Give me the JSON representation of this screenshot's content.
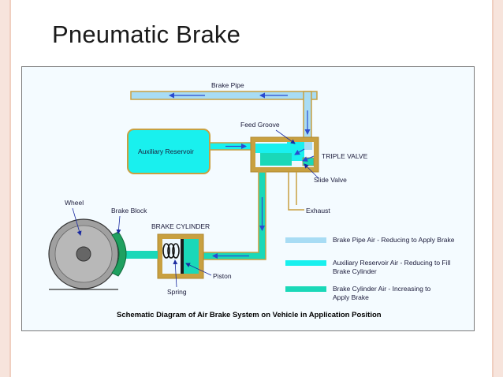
{
  "slide": {
    "title": "Pneumatic Brake"
  },
  "diagram": {
    "labels": {
      "brake_pipe": "Brake Pipe",
      "feed_groove": "Feed Groove",
      "auxiliary_reservoir": "Auxiliary Reservoir",
      "triple_valve": "TRIPLE VALVE",
      "slide_valve": "Slide Valve",
      "wheel": "Wheel",
      "brake_block": "Brake Block",
      "brake_cylinder": "BRAKE CYLINDER",
      "exhaust": "Exhaust",
      "piston": "Piston",
      "spring": "Spring"
    },
    "legend": [
      {
        "line1": "Brake Pipe Air - Reducing to Apply Brake",
        "line2": "",
        "color": "#a8dcf4"
      },
      {
        "line1": "Auxiliary Reservoir Air - Reducing to Fill",
        "line2": "Brake Cylinder",
        "color": "#19f0ee"
      },
      {
        "line1": "Brake Cylinder Air - Increasing to",
        "line2": "Apply Brake",
        "color": "#1ad8b8"
      }
    ],
    "caption": "Schematic Diagram of Air Brake System on Vehicle in Application Position",
    "colors": {
      "brake_pipe_air": "#a8dcf4",
      "reservoir_air": "#19f0ee",
      "cylinder_air": "#1ad8b8",
      "housing": "#c8a040",
      "arrow": "#2a4ad0",
      "brake_block": "#1fa060",
      "wheel": "#a0a0a0"
    }
  }
}
